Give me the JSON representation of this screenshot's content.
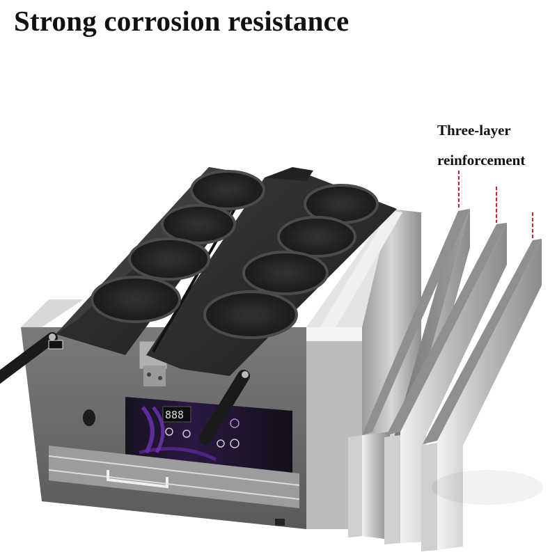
{
  "headline": "Strong corrosion resistance",
  "callout": {
    "line1": "Three-layer",
    "line2": "reinforcement"
  },
  "product": {
    "type": "coin-shaped waffle / cake maker",
    "mold_count": 8,
    "display_readout": "888",
    "panel_accent_color": "#6a2fb0",
    "body_color": "#c8c8c8",
    "plate_color": "#2b2b2b"
  },
  "layers": {
    "count": 3,
    "arrow_color": "#c0282d"
  }
}
